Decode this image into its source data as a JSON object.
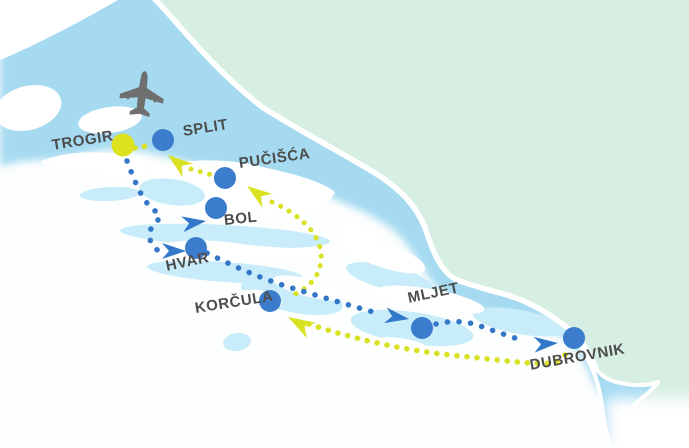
{
  "map_type": "cruise-route-map",
  "region": "Dalmatian coast, Croatia",
  "cities": [
    {
      "label": "TROGIR",
      "marker": "yellow"
    },
    {
      "label": "SPLIT",
      "marker": "blue"
    },
    {
      "label": "PUČIŠĆA",
      "marker": "blue"
    },
    {
      "label": "BOL",
      "marker": "blue"
    },
    {
      "label": "HVAR",
      "marker": "blue"
    },
    {
      "label": "KORČULA",
      "marker": "blue"
    },
    {
      "label": "MLJET",
      "marker": "blue"
    },
    {
      "label": "DUBROVNIK",
      "marker": "blue"
    }
  ],
  "icons": {
    "airplane": "airplane-icon"
  },
  "routes": [
    {
      "name": "outbound",
      "style": "dotted",
      "color_key": "route_blue"
    },
    {
      "name": "return",
      "style": "dotted",
      "color_key": "route_yellow"
    }
  ],
  "colors": {
    "sea": "#a5daf1",
    "shallow": "#c8ecf9",
    "land": "#d7efe3",
    "island": "#ffffff",
    "route_blue": "#3277c8",
    "route_yellow": "#d9e222",
    "marker_blue": "#3b7ccd",
    "marker_trogir": "#dce31e",
    "label_text": "#4c4c4c",
    "plane": "#6f6f6f"
  }
}
